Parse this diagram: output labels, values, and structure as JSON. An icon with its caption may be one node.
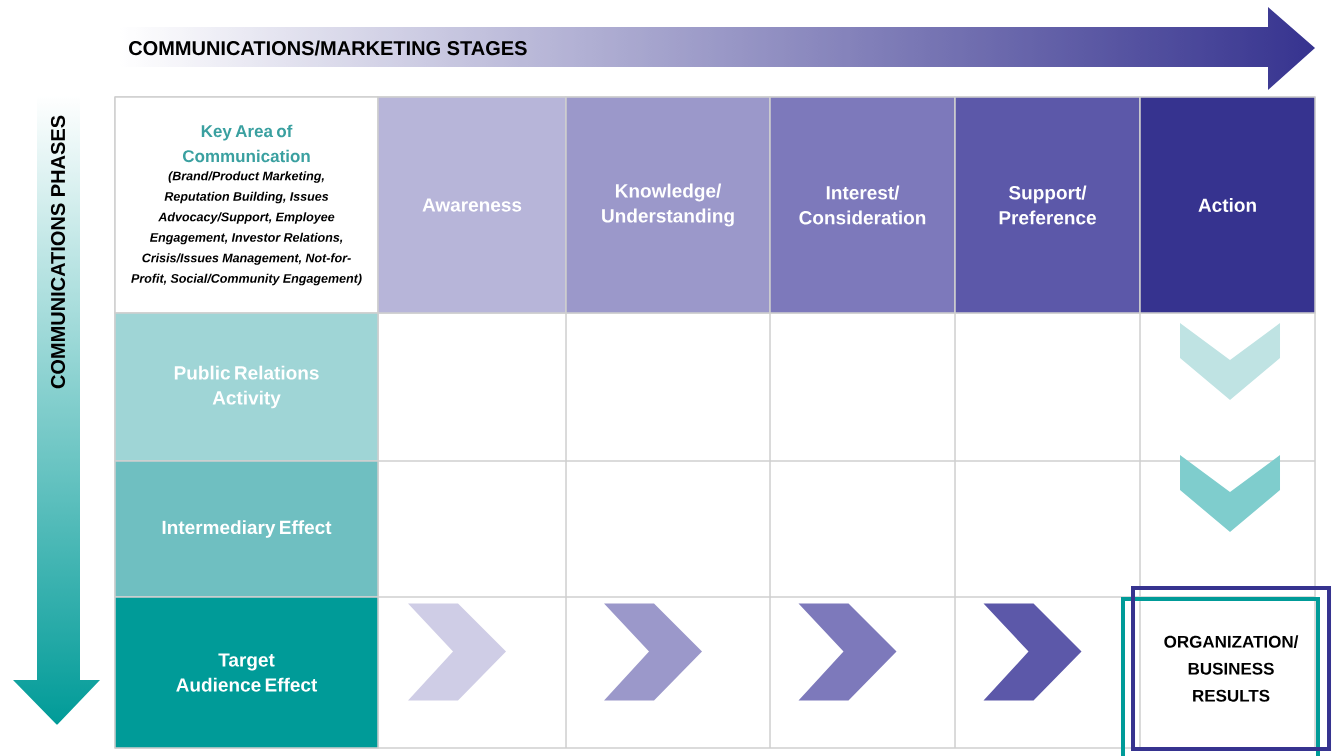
{
  "diagram": {
    "nodes": [
      {
        "text": [
          "Key Area of Communication",
          "(Brand/Product Marketing, Reputation Building, Issues Advocacy/Support, Employee Engagement, Investor Relations, Crisis/Issues Management, Not-for-Profit, Social/Community Engagement)"
        ]
      },
      {
        "text": [
          "Awareness"
        ]
      },
      {
        "text": [
          "Knowledge/ Understanding"
        ]
      },
      {
        "text": [
          "Interest/ Consideration"
        ]
      },
      {
        "text": [
          "Support/ Preference"
        ]
      },
      {
        "text": [
          "Action"
        ]
      },
      {
        "text": [
          "Public Relations Activity"
        ]
      },
      {
        "text": [
          "Intermediary Effect"
        ]
      },
      {
        "text": [
          "Target Audience Effect"
        ]
      },
      {
        "text": [
          "ORGANIZATION/ BUSINESS RESULTS"
        ]
      }
    ],
    "labels": [
      "COMMUNICATIONS/MARKETING STAGES",
      "COMMUNICATIONS PHASES"
    ]
  }
}
